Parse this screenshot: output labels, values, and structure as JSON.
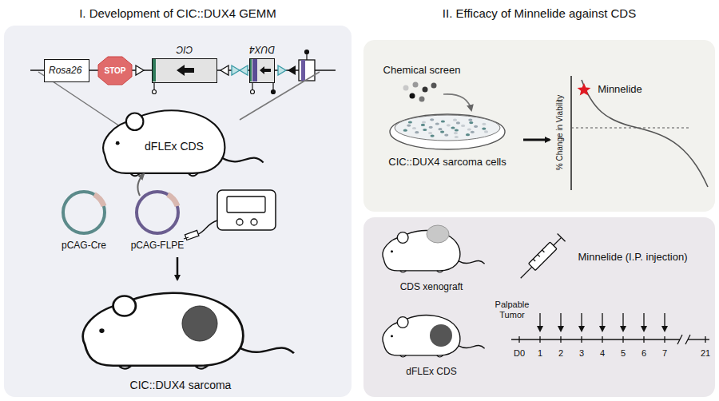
{
  "diagram": {
    "nodes": [
      {
        "text": [
          "I. Development of CIC::DUX4 GEMM"
        ]
      },
      {
        "text": [
          "Rosa26"
        ],
        "in": 0
      },
      {
        "text": [
          "STOP"
        ],
        "in": 0
      },
      {
        "text": [
          "CIC"
        ],
        "in": 0
      },
      {
        "text": [
          "DUX4"
        ],
        "in": 0
      },
      {
        "text": [
          "II. Efficacy of Minnelide against CDS"
        ]
      }
    ],
    "labels": [
      "dFLEx CDS",
      "pCAG-Cre",
      "pCAG-FLPE",
      "CIC::DUX4 sarcoma",
      "Chemical screen",
      "CIC::DUX4 sarcoma cells",
      "% Change in Viability",
      "Minnelide",
      "CDS xenograft",
      "dFLEx CDS",
      "Minnelide (I.P. injection)",
      "Palpable Tumor",
      "D0",
      "1",
      "2",
      "3",
      "4",
      "5",
      "6",
      "7",
      "21"
    ]
  }
}
